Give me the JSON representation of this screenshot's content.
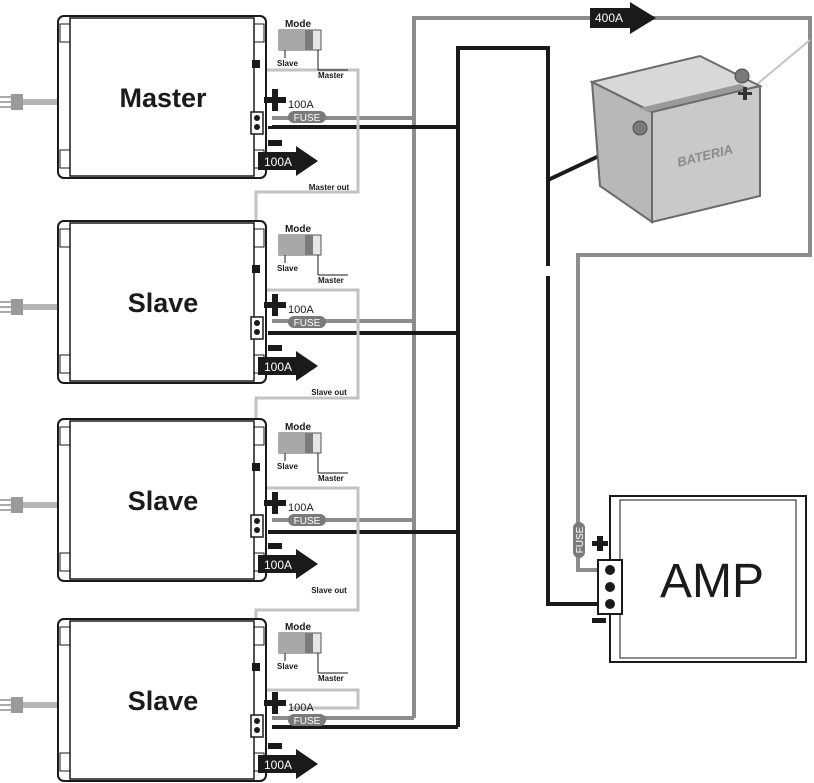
{
  "colors": {
    "wire_positive": "#8c8c8c",
    "wire_negative": "#1a1a1a",
    "wire_signal": "#c3c3c3",
    "arrow": "#1a1a1a",
    "fuse": "#7a7a7a"
  },
  "units": [
    {
      "label": "Master",
      "mode_title": "Mode",
      "mode_slave": "Slave",
      "mode_master": "Master",
      "plus_current": "100A",
      "fuse": "FUSE",
      "minus_current": "100A",
      "out_label": "Master out"
    },
    {
      "label": "Slave",
      "mode_title": "Mode",
      "mode_slave": "Slave",
      "mode_master": "Master",
      "plus_current": "100A",
      "fuse": "FUSE",
      "minus_current": "100A",
      "out_label": "Slave out"
    },
    {
      "label": "Slave",
      "mode_title": "Mode",
      "mode_slave": "Slave",
      "mode_master": "Master",
      "plus_current": "100A",
      "fuse": "FUSE",
      "minus_current": "100A",
      "out_label": "Slave out"
    },
    {
      "label": "Slave",
      "mode_title": "Mode",
      "mode_slave": "Slave",
      "mode_master": "Master",
      "plus_current": "100A",
      "fuse": "FUSE",
      "minus_current": "100A"
    }
  ],
  "main_current": "400A",
  "battery_label": "BATERIA",
  "amp_label": "AMP",
  "amp_fuse": "FUSE",
  "icons": [
    "plug-icon",
    "plus-icon",
    "minus-icon",
    "arrow-icon",
    "battery-icon",
    "mode-switch-icon"
  ]
}
